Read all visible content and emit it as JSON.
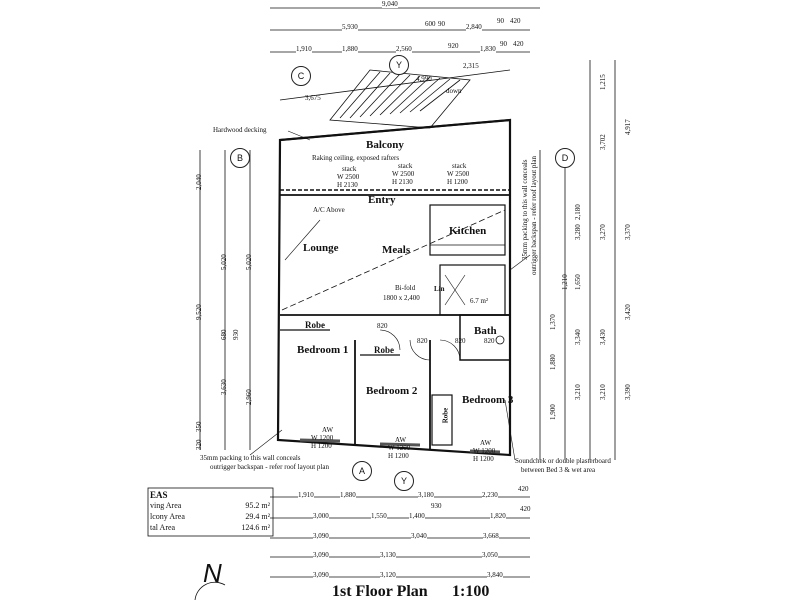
{
  "title": {
    "plan": "1st Floor Plan",
    "scale": "1:100"
  },
  "north": "N",
  "rooms": {
    "balcony": "Balcony",
    "entry": "Entry",
    "kitchen": "Kitchen",
    "lounge": "Lounge",
    "meals": "Meals",
    "bedroom1": "Bedroom 1",
    "bedroom2": "Bedroom 2",
    "bedroom3": "Bedroom 3",
    "bath": "Bath",
    "robe1": "Robe",
    "robe2": "Robe",
    "robe3": "Robe",
    "lin": "Lin"
  },
  "notes": {
    "hardwood": "Hardwood decking",
    "raking": "Raking ceiling, exposed rafters",
    "ac": "A/C Above",
    "down": "down",
    "bifold": "Bi-fold",
    "bifold_size": "1800 x 2,400",
    "area_bath": "6.7 m²",
    "packing_left": "35mm packing to this wall conceals",
    "packing_left2": "outrigger backspan - refer roof layout plan",
    "packing_right": "35mm packing to this wall conceals",
    "packing_right2": "outrigger backspan - refer roof layout plan",
    "soundcheck": "Soundchek or double plasterboard",
    "soundcheck2": "between Bed 3 & wet area"
  },
  "windows": {
    "w1": "W 2500",
    "w1h": "H 2130",
    "w2": "W 2500",
    "w2h": "H 2130",
    "w3": "W 2500",
    "w3h": "H 1200",
    "aw1": "AW",
    "aw1w": "W 1200",
    "aw1h": "H 1200",
    "aw2": "AW",
    "aw2w": "W 1200",
    "aw2h": "H 1200",
    "aw3": "AW",
    "aw3w": "W 1200",
    "aw3h": "H 1200",
    "stack": "stack"
  },
  "door_widths": [
    "820",
    "820",
    "820",
    "820"
  ],
  "grid_markers": [
    "C",
    "Y",
    "B",
    "D",
    "A",
    "Y"
  ],
  "areas": {
    "header": "EAS",
    "rows": [
      {
        "name": "ving Area",
        "value": "95.2 m²"
      },
      {
        "name": "lcony Area",
        "value": "29.4 m²"
      },
      {
        "name": "tal Area",
        "value": "124.6 m²"
      }
    ]
  },
  "dims_top": [
    "9,040",
    "5,930",
    "2,840",
    "90",
    "420",
    "600",
    "90",
    "1,910",
    "1,880",
    "2,560",
    "920",
    "1,830",
    "90",
    "420",
    "2,315",
    "4,990",
    "3,675"
  ],
  "dims_bottom": [
    "1,910",
    "1,880",
    "3,180",
    "2,230",
    "420",
    "3,000",
    "1,550",
    "1,400",
    "930",
    "1,820",
    "420",
    "3,090",
    "3,040",
    "3,668",
    "3,090",
    "3,130",
    "3,050",
    "3,090",
    "3,120",
    "3,840"
  ],
  "dims_left": [
    "2,040",
    "5,020",
    "5,020",
    "9,520",
    "3,630",
    "2,960",
    "350",
    "320",
    "680",
    "930"
  ],
  "dims_right": [
    "1,215",
    "4,917",
    "3,702",
    "2,180",
    "3,280",
    "3,270",
    "3,370",
    "1,650",
    "1,210",
    "1,370",
    "3,340",
    "3,430",
    "3,420",
    "1,880",
    "3,210",
    "3,210",
    "3,390",
    "1,900"
  ]
}
